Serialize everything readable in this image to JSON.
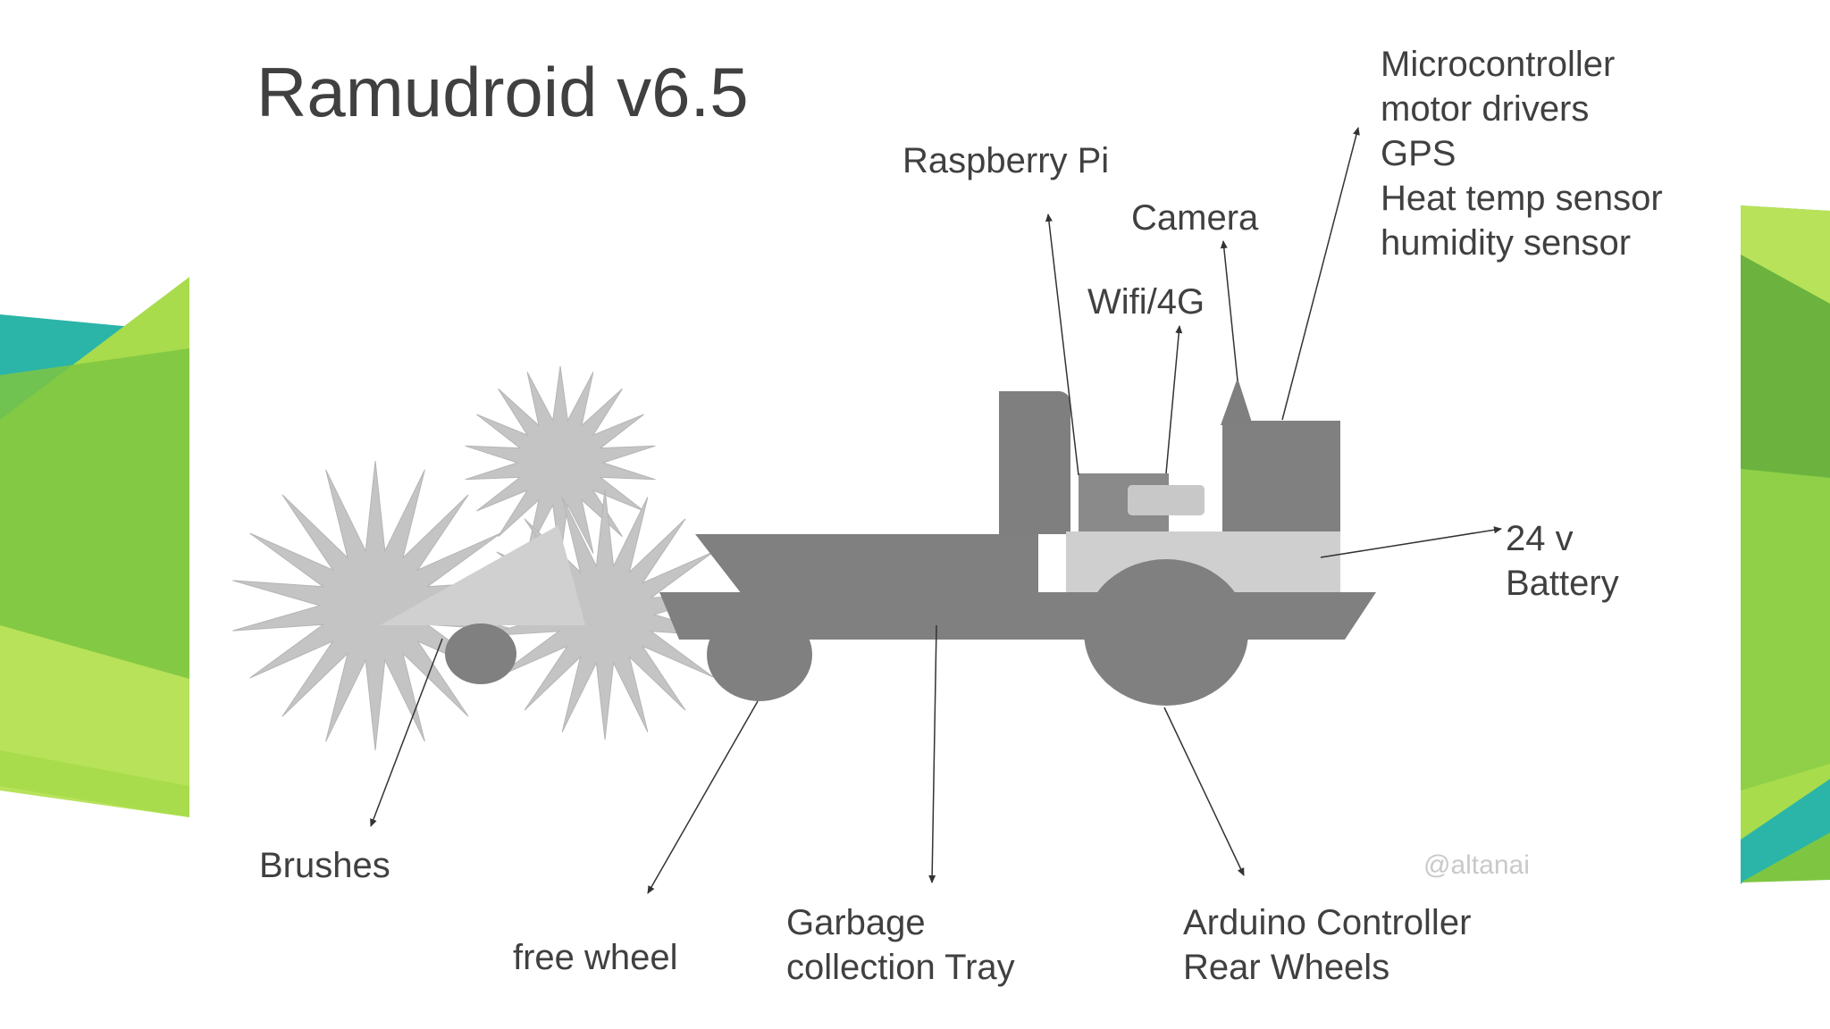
{
  "slide": {
    "title": "Ramudroid v6.5",
    "watermark": "@altanai"
  },
  "labels": {
    "brushes": "Brushes",
    "free_wheel": "free wheel",
    "tray": [
      "Garbage",
      "collection Tray"
    ],
    "rear": [
      "Arduino Controller",
      "Rear Wheels"
    ],
    "battery": [
      "24 v",
      "Battery"
    ],
    "raspberry": "Raspberry Pi",
    "camera": "Camera",
    "wifi": "Wifi/4G",
    "micro": [
      "Microcontroller",
      "motor drivers",
      "GPS",
      "Heat temp sensor",
      "humidity sensor"
    ]
  },
  "colors": {
    "text": "#404040",
    "watermark": "#c9c9c9",
    "body_dark": "#808080",
    "body_mid": "#8c8c8c",
    "battery": "#cfcfcf",
    "brush": "#c4c4c4",
    "decor_green_light": "#a8dc4c",
    "decor_green": "#7ec642",
    "decor_teal": "#2ab5a8"
  }
}
